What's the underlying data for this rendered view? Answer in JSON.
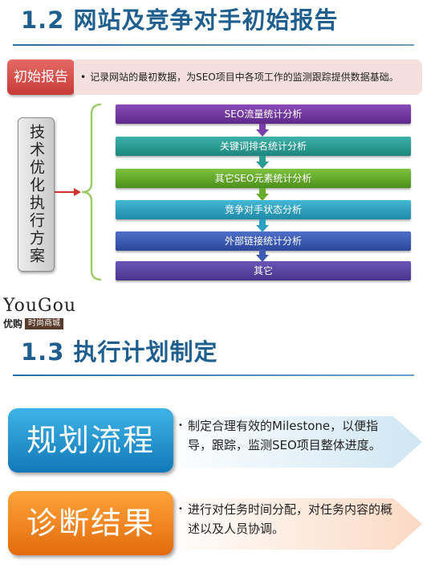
{
  "section_12": {
    "title": "1.2 网站及竞争对手初始报告",
    "tag": "初始报告",
    "tag_desc": "记录网站的最初数据，为SEO项目中各项工作的监测跟踪提供数据基础。",
    "vertical_label": "技术优化执行方案",
    "steps": [
      "SEO流量统计分析",
      "关键词排名统计分析",
      "其它SEO元素统计分析",
      "竞争对手状态分析",
      "外部链接统计分析",
      "其它"
    ]
  },
  "logo": {
    "main": "YouGou",
    "sub_cn": "优购",
    "sub_tag": "时尚商城"
  },
  "section_13": {
    "title": "1.3 执行计划制定",
    "cards": [
      {
        "label": "规划流程",
        "text": "制定合理有效的Milestone，以便指导，跟踪，监测SEO项目整体进度。",
        "color": "#1f8fcf"
      },
      {
        "label": "诊断结果",
        "text": "进行对任务时间分配，对任务内容的概述以及人员协调。",
        "color": "#f08a24"
      }
    ]
  },
  "colors": {
    "title": "#1f5f8f",
    "tag": "#d34a46",
    "arrow_fill": "#dceef7",
    "arrow_fill_2": "#fde3d2"
  }
}
